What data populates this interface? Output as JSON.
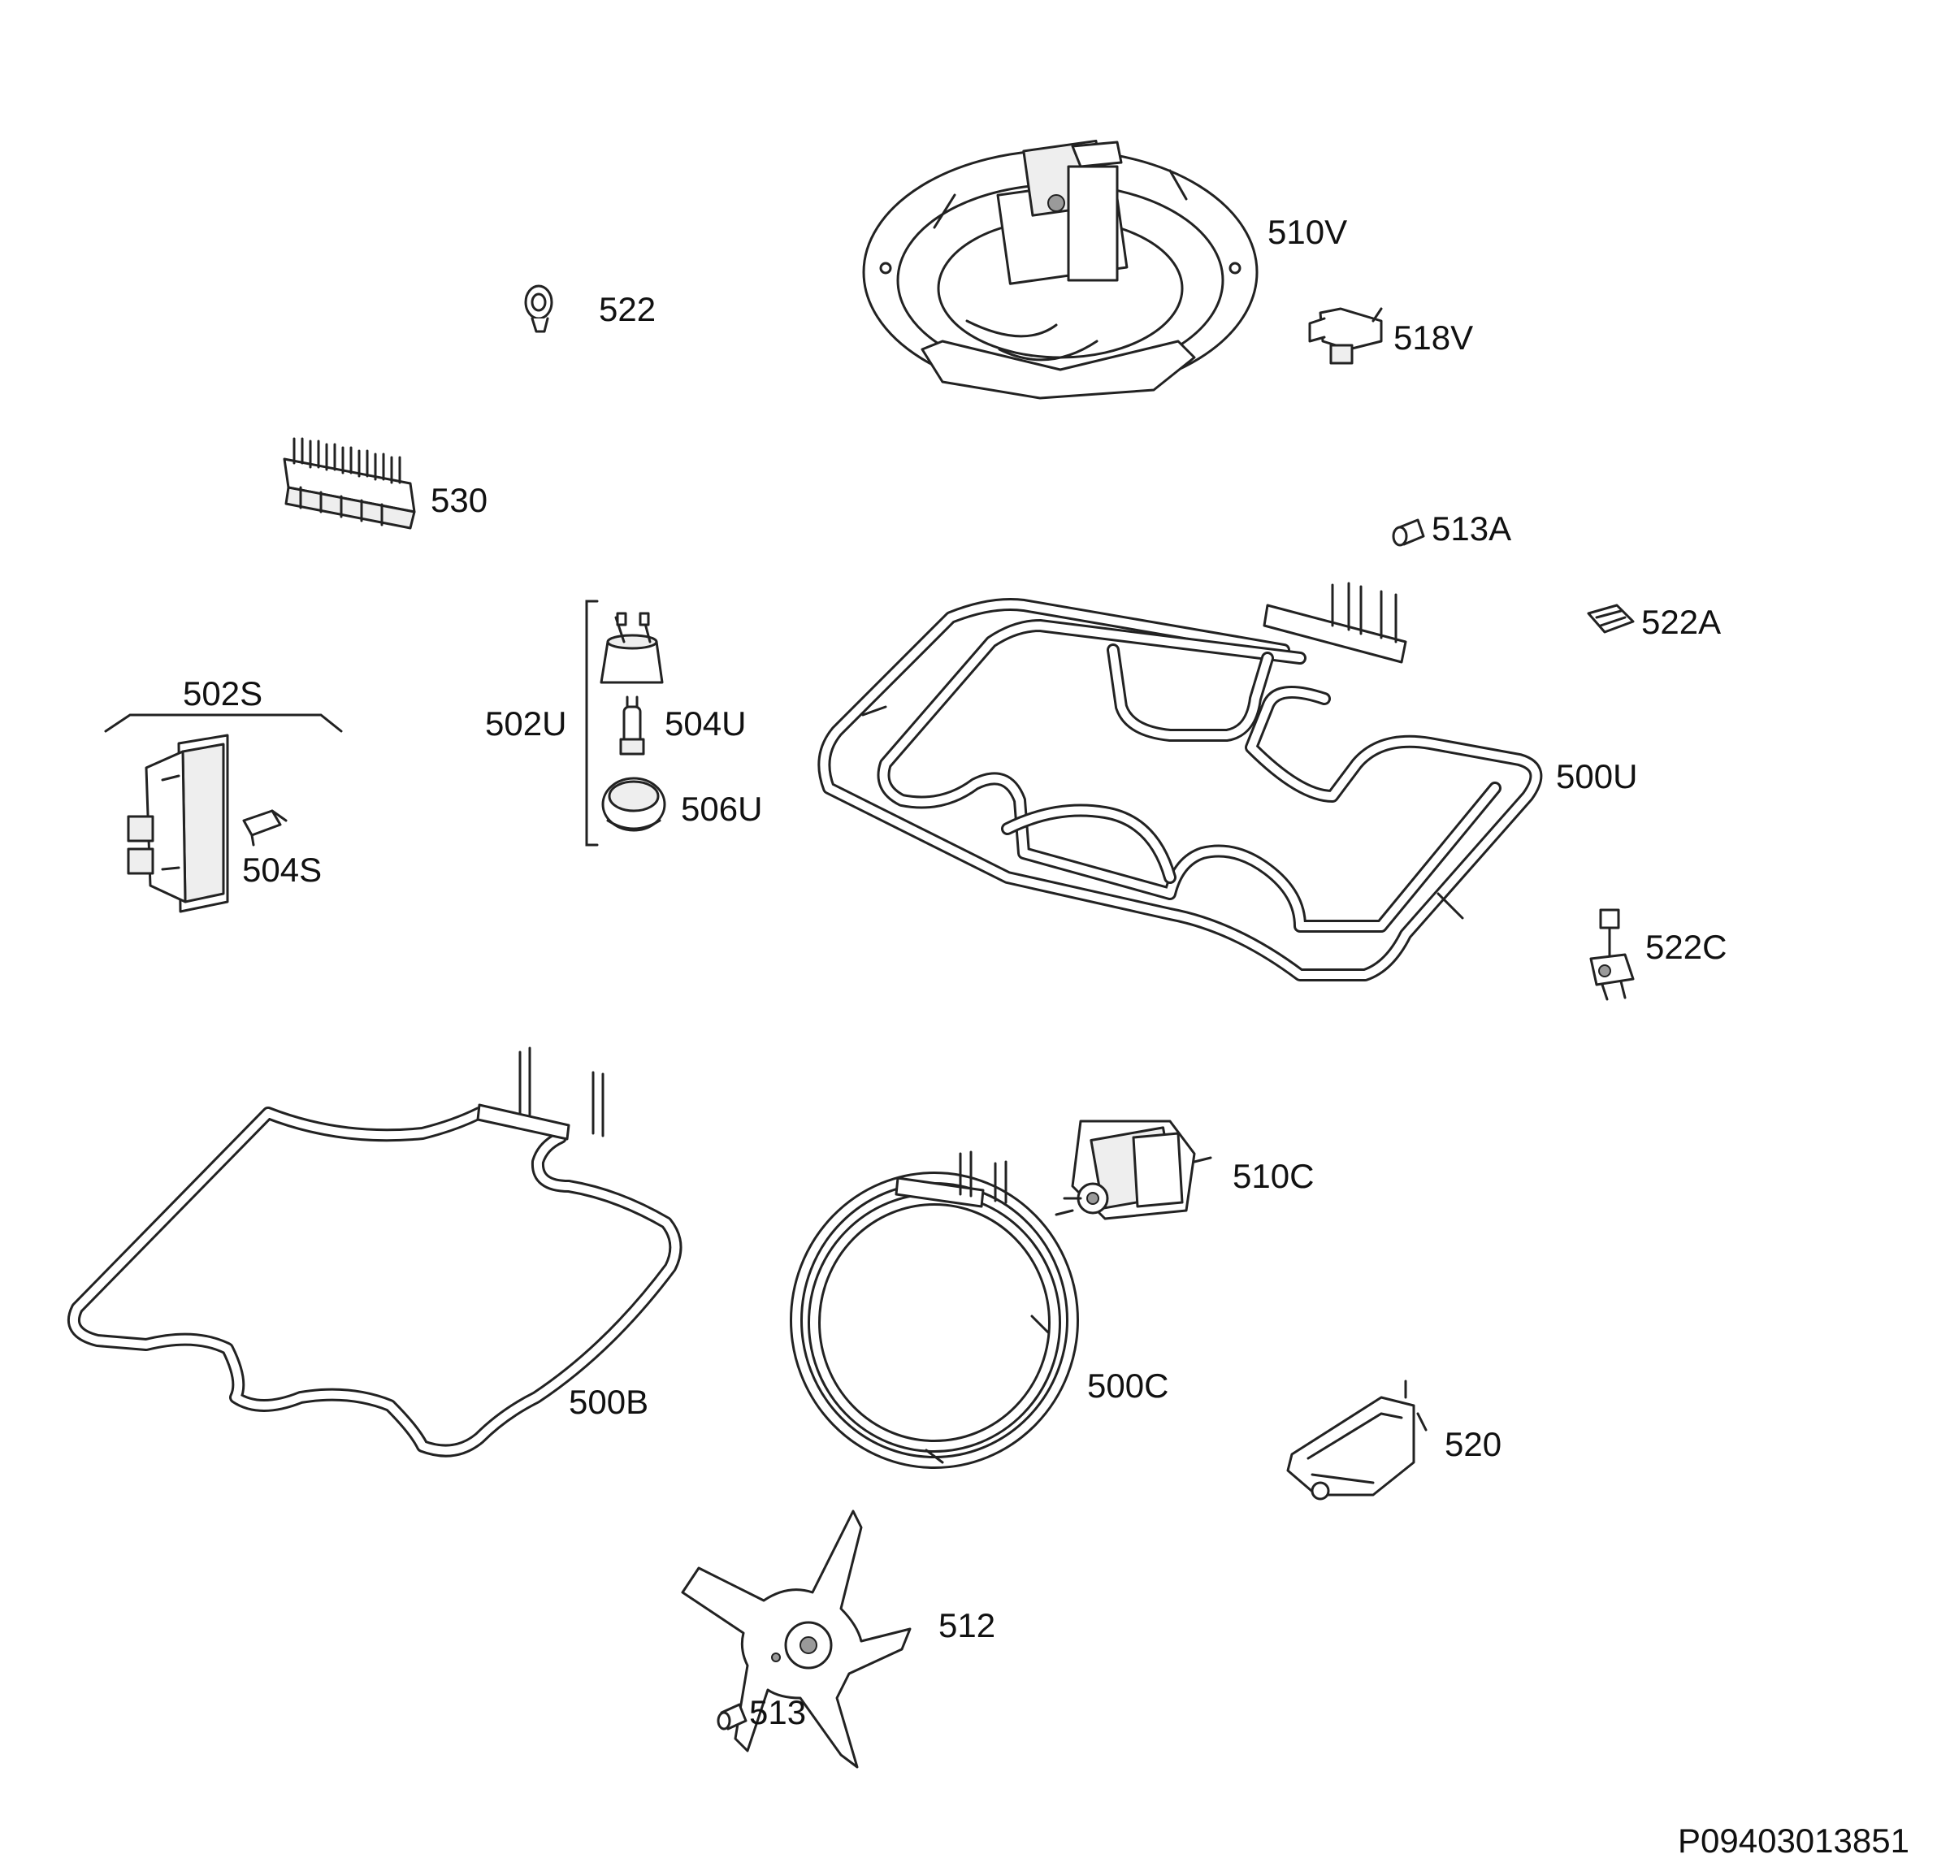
{
  "labels": {
    "p510V": "510V",
    "p522": "522",
    "p518V": "518V",
    "p530": "530",
    "p513A": "513A",
    "p522A": "522A",
    "p502S": "502S",
    "p502U": "502U",
    "p504U": "504U",
    "p506U": "506U",
    "p504S": "504S",
    "p500U": "500U",
    "p522C": "522C",
    "p510C": "510C",
    "p500B": "500B",
    "p500C": "500C",
    "p520": "520",
    "p512": "512",
    "p513": "513"
  },
  "footer": {
    "drawing_number": "P09403013851"
  }
}
